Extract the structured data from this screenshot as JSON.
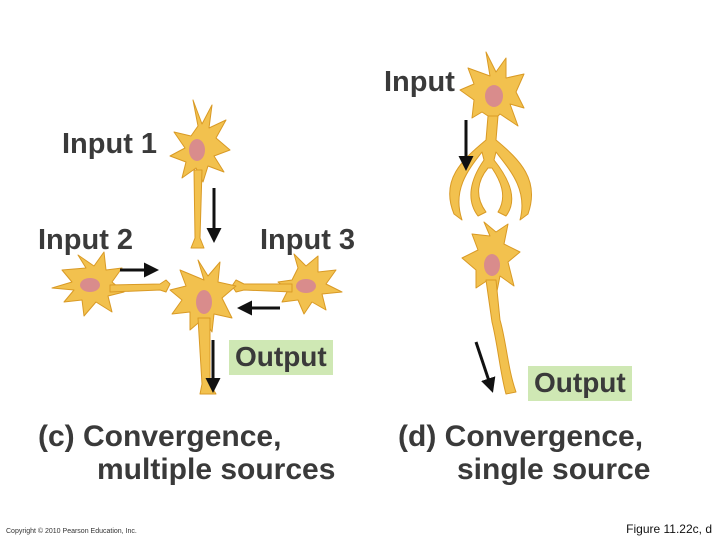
{
  "panel_c": {
    "inputs": [
      "Input 1",
      "Input 2",
      "Input 3"
    ],
    "output": "Output",
    "caption_tag": "(c)",
    "caption_line1": "Convergence,",
    "caption_line2": "multiple sources"
  },
  "panel_d": {
    "input": "Input",
    "output": "Output",
    "caption_tag": "(d)",
    "caption_line1": "Convergence,",
    "caption_line2": "single source"
  },
  "footer": {
    "copyright": "Copyright © 2010 Pearson Education, Inc.",
    "figure_ref": "Figure 11.22c, d"
  },
  "colors": {
    "neuron_fill": "#f2c14e",
    "neuron_edge": "#d99a25",
    "nucleus": "#d98c8c",
    "output_highlight": "#cfe8b4",
    "text": "#3a3a3a"
  }
}
